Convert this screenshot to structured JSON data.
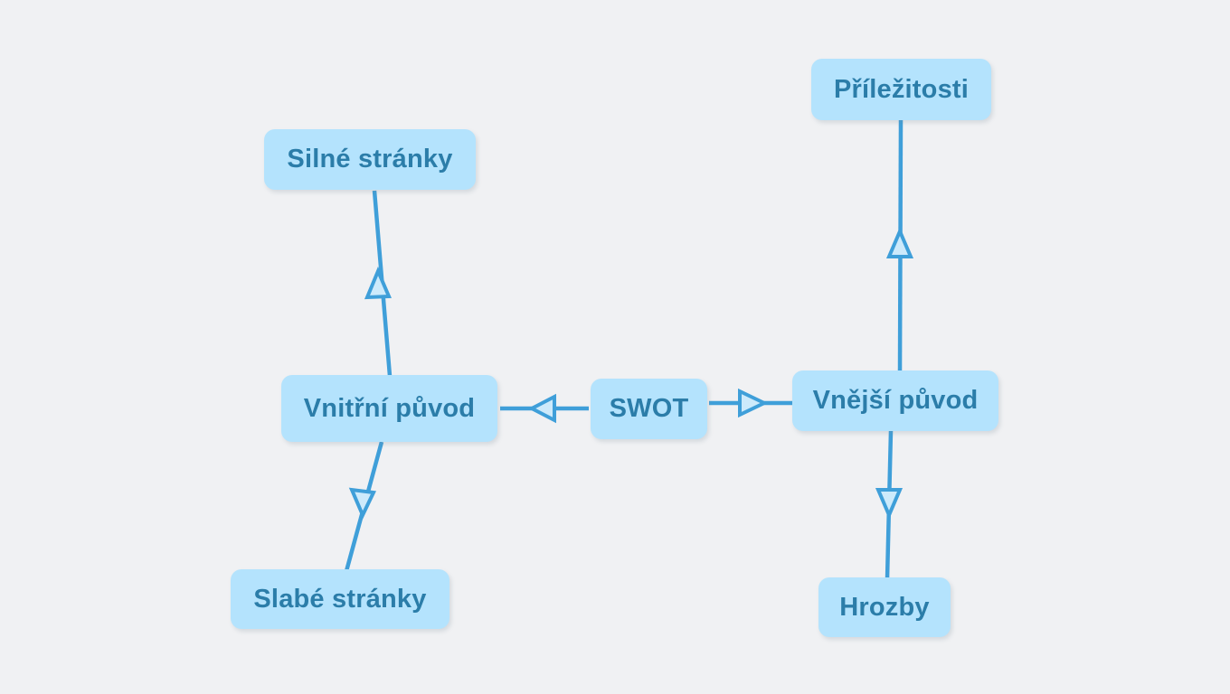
{
  "diagram": {
    "type": "mind-map",
    "title": "SWOT",
    "language": "cs",
    "background_color": "#f0f1f3",
    "node_fill_color": "#b4e3fd",
    "node_text_color": "#2b7da9",
    "edge_color": "#3f9fd9",
    "arrowhead_style": "hollow-triangle",
    "nodes": [
      {
        "id": "swot",
        "label": "SWOT",
        "level": 0
      },
      {
        "id": "internal",
        "label": "Vnitřní původ",
        "level": 1
      },
      {
        "id": "external",
        "label": "Vnější původ",
        "level": 1
      },
      {
        "id": "strengths",
        "label": "Silné stránky",
        "level": 2
      },
      {
        "id": "weaknesses",
        "label": "Slabé stránky",
        "level": 2
      },
      {
        "id": "opportunities",
        "label": "Příležitosti",
        "level": 2
      },
      {
        "id": "threats",
        "label": "Hrozby",
        "level": 2
      }
    ],
    "edges": [
      {
        "from": "swot",
        "to": "internal",
        "direction": "left"
      },
      {
        "from": "swot",
        "to": "external",
        "direction": "right"
      },
      {
        "from": "internal",
        "to": "strengths",
        "direction": "up"
      },
      {
        "from": "internal",
        "to": "weaknesses",
        "direction": "down"
      },
      {
        "from": "external",
        "to": "opportunities",
        "direction": "up"
      },
      {
        "from": "external",
        "to": "threats",
        "direction": "down"
      }
    ]
  }
}
